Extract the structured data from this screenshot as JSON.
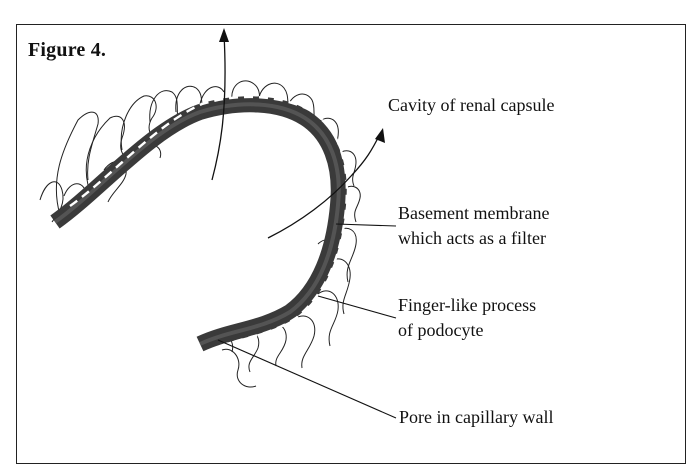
{
  "figure": {
    "title": "Figure 4."
  },
  "labels": {
    "cavity": "Cavity of renal capsule",
    "basement_line1": "Basement membrane",
    "basement_line2": "which acts as a filter",
    "finger_line1": "Finger-like process",
    "finger_line2": "of  podocyte",
    "pore": "Pore in capillary wall"
  },
  "colors": {
    "membrane": "#3a3a3a",
    "outline": "#222222"
  }
}
